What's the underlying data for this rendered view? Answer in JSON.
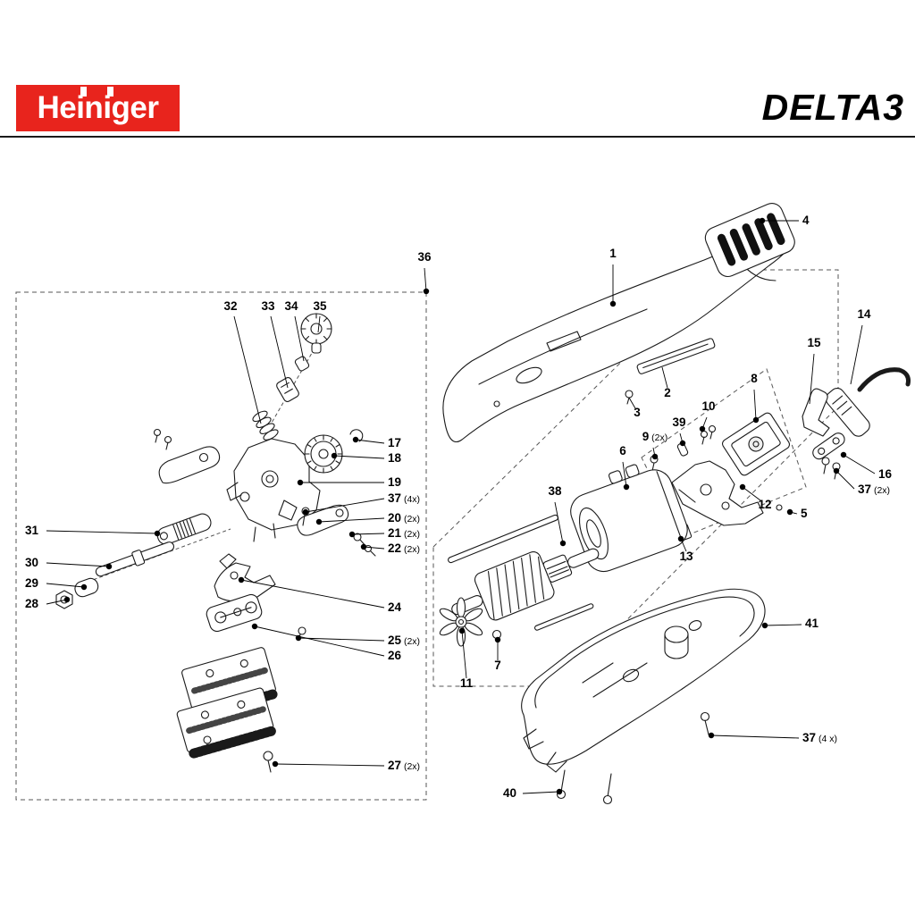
{
  "header": {
    "brand": "Heiniger",
    "model": "DELTA3"
  },
  "diagram": {
    "callouts": [
      {
        "n": "36"
      },
      {
        "n": "32"
      },
      {
        "n": "33"
      },
      {
        "n": "34"
      },
      {
        "n": "35"
      },
      {
        "n": "1"
      },
      {
        "n": "4"
      },
      {
        "n": "14"
      },
      {
        "n": "15"
      },
      {
        "n": "2"
      },
      {
        "n": "3"
      },
      {
        "n": "8"
      },
      {
        "n": "10"
      },
      {
        "n": "39"
      },
      {
        "n": "9",
        "q": "(2x)"
      },
      {
        "n": "17"
      },
      {
        "n": "18"
      },
      {
        "n": "19"
      },
      {
        "n": "37",
        "q": "(4x)"
      },
      {
        "n": "20",
        "q": "(2x)"
      },
      {
        "n": "21",
        "q": "(2x)"
      },
      {
        "n": "22",
        "q": "(2x)"
      },
      {
        "n": "6"
      },
      {
        "n": "38"
      },
      {
        "n": "16"
      },
      {
        "n": "37",
        "q": "(2x)"
      },
      {
        "n": "12"
      },
      {
        "n": "5"
      },
      {
        "n": "31"
      },
      {
        "n": "30"
      },
      {
        "n": "29"
      },
      {
        "n": "28"
      },
      {
        "n": "13"
      },
      {
        "n": "24"
      },
      {
        "n": "25",
        "q": "(2x)"
      },
      {
        "n": "26"
      },
      {
        "n": "41"
      },
      {
        "n": "7"
      },
      {
        "n": "11"
      },
      {
        "n": "27",
        "q": "(2x)"
      },
      {
        "n": "37",
        "q": "(4 x)"
      },
      {
        "n": "40"
      }
    ]
  }
}
